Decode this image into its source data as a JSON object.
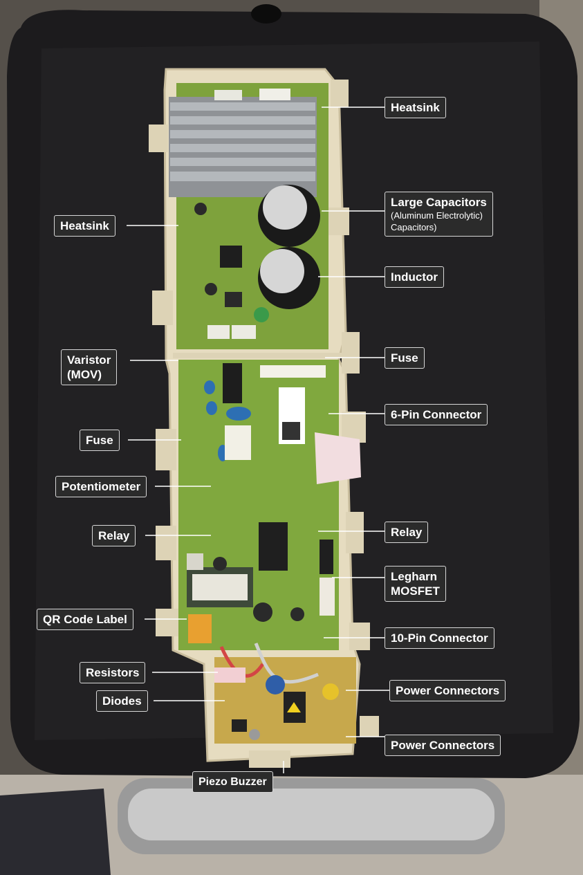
{
  "labels": {
    "heatsink_right": "Heatsink",
    "large_capacitors": "Large Capacitors",
    "large_capacitors_sub1": "(Aluminum Electrolytic)",
    "large_capacitors_sub2": "Capacitors)",
    "heatsink_left": "Heatsink",
    "inductor": "Inductor",
    "varistor_line1": "Varistor",
    "varistor_line2": "(MOV)",
    "fuse_right": "Fuse",
    "six_pin_connector": "6-Pin Connector",
    "fuse_left": "Fuse",
    "potentiometer": "Potentiometer",
    "relay_left": "Relay",
    "relay_right": "Relay",
    "legharn_line1": "Legharn",
    "legharn_line2": "MOSFET",
    "qr_code_label": "QR Code Label",
    "ten_pin_connector": "10-Pin Connector",
    "resistors": "Resistors",
    "power_connectors_1": "Power Connectors",
    "diodes": "Diodes",
    "power_connectors_2": "Power Connectors",
    "piezo_buzzer": "Piezo Buzzer"
  },
  "colors": {
    "label_bg": "#2b2b2b",
    "label_text": "#ffffff",
    "pcb_green": "#7aa43c",
    "plastic_frame": "#e8dfc4"
  }
}
